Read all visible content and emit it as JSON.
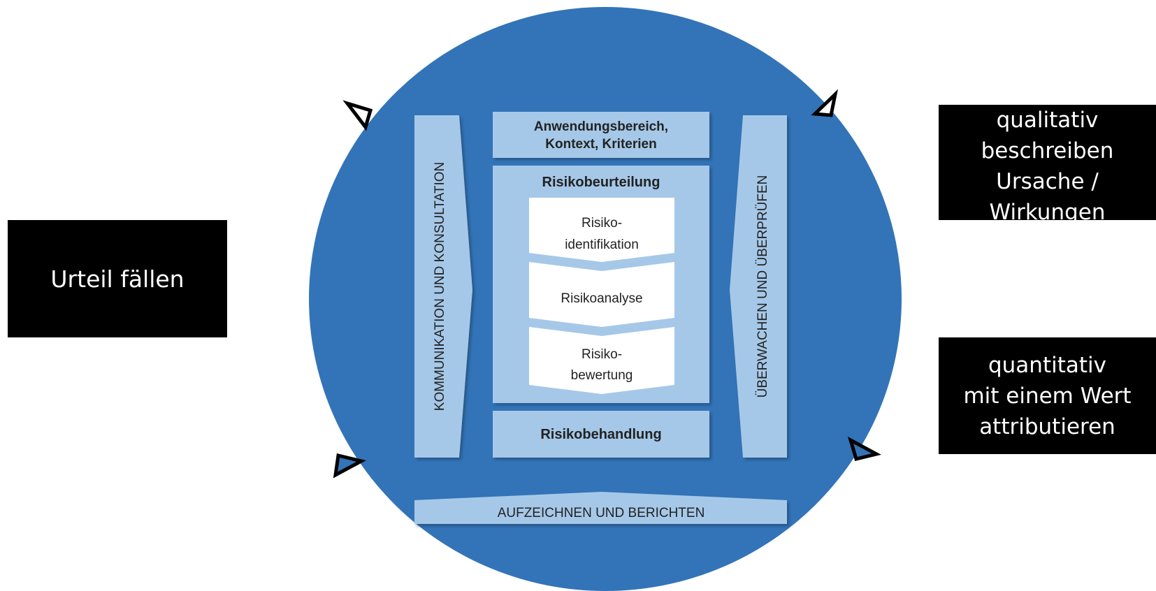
{
  "left_box": {
    "text": "Urteil fällen"
  },
  "right_top_box": {
    "lines": [
      "qualitativ",
      "beschreiben",
      "Ursache /",
      "Wirkungen"
    ]
  },
  "right_bottom_box": {
    "lines": [
      "quantitativ",
      "mit einem Wert",
      "attributieren"
    ]
  },
  "diagram": {
    "left_bar": "KOMMUNIKATION UND KONSULTATION",
    "right_bar": "ÜBERWACHEN UND ÜBERPRÜFEN",
    "top_box": {
      "line1": "Anwendungsbereich,",
      "line2": "Kontext, Kriterien"
    },
    "assessment": {
      "title": "Risikobeurteilung",
      "step1": {
        "line1": "Risiko-",
        "line2": "identifikation"
      },
      "step2": "Risikoanalyse",
      "step3": {
        "line1": "Risiko-",
        "line2": "bewertung"
      }
    },
    "treatment": "Risikobehandlung",
    "bottom_bar": "AUFZEICHNEN UND BERICHTEN"
  },
  "colors": {
    "circle": "#3374b8",
    "panel": "#a6c8e8",
    "inner": "#ffffff",
    "box": "#000000",
    "text_on_box": "#ffffff"
  }
}
